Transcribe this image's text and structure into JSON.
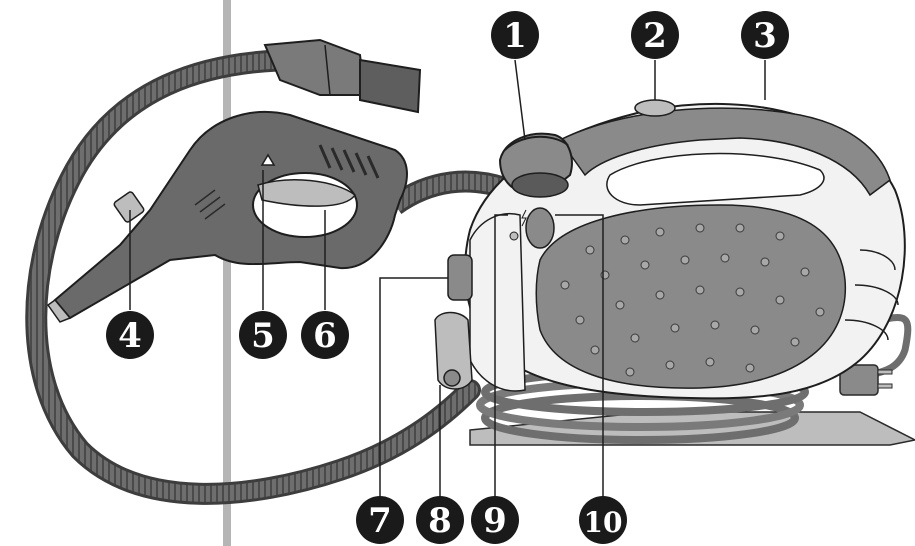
{
  "colors": {
    "background": "#ffffff",
    "body_white": "#f2f2f2",
    "body_grey": "#8a8a8a",
    "body_dark": "#5a5a5a",
    "hose": "#6e6e6e",
    "wall_line": "#b5b5b5",
    "marker_fill": "#1a1a1a",
    "marker_text": "#ffffff"
  },
  "callouts": [
    {
      "id": "1",
      "label": "1"
    },
    {
      "id": "2",
      "label": "2"
    },
    {
      "id": "3",
      "label": "3"
    },
    {
      "id": "4",
      "label": "4"
    },
    {
      "id": "5",
      "label": "5"
    },
    {
      "id": "6",
      "label": "6"
    },
    {
      "id": "7",
      "label": "7"
    },
    {
      "id": "8",
      "label": "8"
    },
    {
      "id": "9",
      "label": "9"
    },
    {
      "id": "10",
      "label": "10"
    }
  ]
}
